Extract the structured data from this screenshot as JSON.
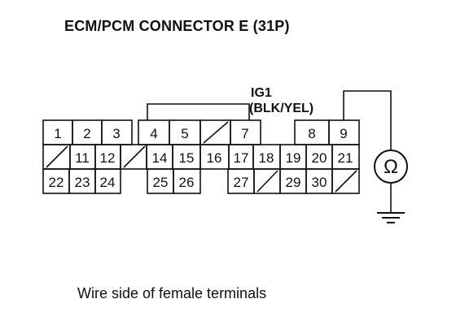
{
  "title": "ECM/PCM CONNECTOR E (31P)",
  "signal": {
    "name": "IG1",
    "wire_color": "(BLK/YEL)"
  },
  "meter_symbol": "Ω",
  "caption": "Wire side of female terminals",
  "connector": {
    "rows": [
      [
        "1",
        "2",
        "3",
        "4",
        "5",
        "",
        "7",
        "",
        "8",
        "9"
      ],
      [
        "",
        "11",
        "12",
        "",
        "14",
        "15",
        "16",
        "17",
        "18",
        "19",
        "20",
        "21"
      ],
      [
        "22",
        "23",
        "24",
        "",
        "25",
        "26",
        "",
        "27",
        "",
        "29",
        "30",
        ""
      ]
    ]
  }
}
